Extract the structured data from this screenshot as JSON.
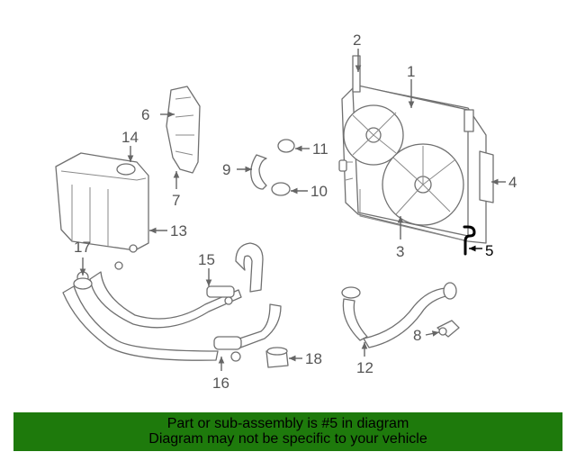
{
  "callouts": {
    "c1": "1",
    "c2": "2",
    "c3": "3",
    "c4": "4",
    "c5": "5",
    "c6": "6",
    "c7": "7",
    "c8": "8",
    "c9": "9",
    "c10": "10",
    "c11": "11",
    "c12": "12",
    "c13": "13",
    "c14": "14",
    "c15": "15",
    "c16": "16",
    "c17": "17",
    "c18": "18"
  },
  "highlighted_callout": "5",
  "banner": {
    "line1": "Part or sub-assembly is #5 in diagram",
    "line2": "Diagram may not be specific to your vehicle",
    "background": "#1e7a0c"
  }
}
